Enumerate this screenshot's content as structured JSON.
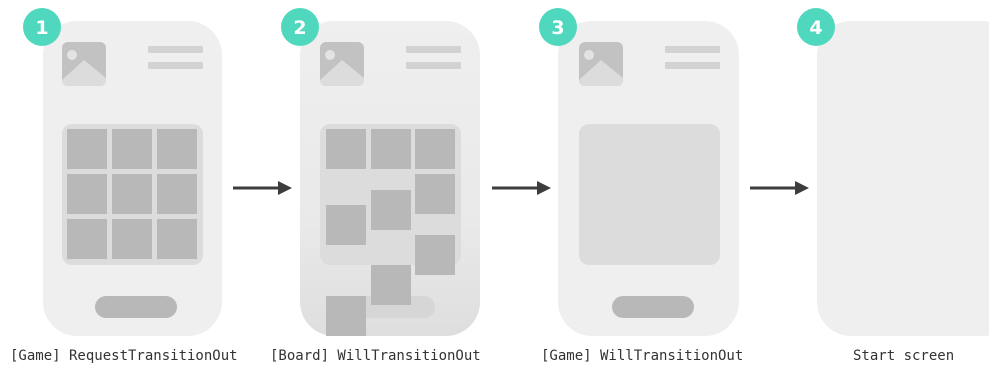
{
  "colors": {
    "phone_body": "#efefef",
    "tile": "#b8b8b8",
    "board": "#dcdcdc",
    "badge": "#4fd8bd",
    "arrow": "#3d3d3d"
  },
  "steps": [
    {
      "badge": "1",
      "caption": "[Game] RequestTransitionOut"
    },
    {
      "badge": "2",
      "caption": "[Board] WillTransitionOut"
    },
    {
      "badge": "3",
      "caption": "[Game] WillTransitionOut"
    },
    {
      "badge": "4",
      "caption": "Start screen"
    }
  ]
}
